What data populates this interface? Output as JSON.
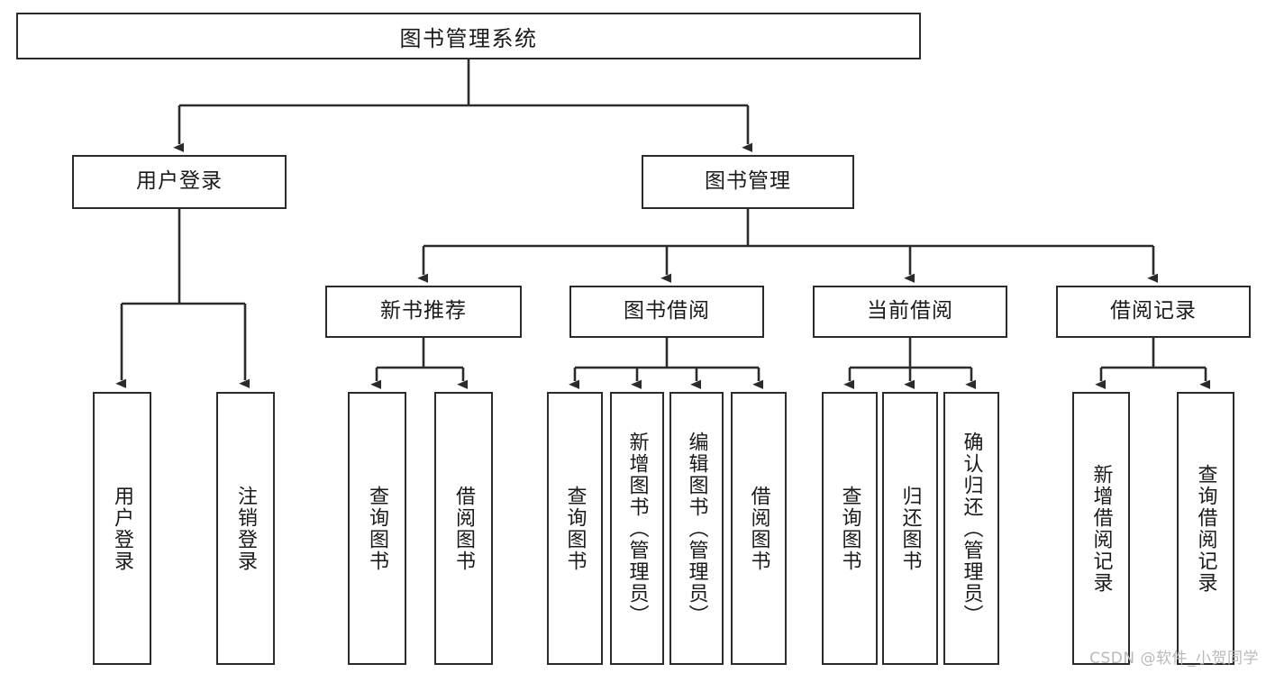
{
  "diagram": {
    "title": "图书管理系统",
    "type": "tree-hierarchy",
    "watermark": "CSDN @软件_小贺同学",
    "colors": {
      "stroke": "#2b2b2b",
      "fill": "#ffffff",
      "text": "#1a1a1a",
      "watermark": "#b9b9b9"
    },
    "nodes": {
      "root": {
        "label": "图书管理系统"
      },
      "level1": [
        {
          "label": "用户登录"
        },
        {
          "label": "图书管理"
        }
      ],
      "level2": [
        {
          "label": "新书推荐"
        },
        {
          "label": "图书借阅"
        },
        {
          "label": "当前借阅"
        },
        {
          "label": "借阅记录"
        }
      ],
      "leaves_user_login": [
        {
          "label": "用户登录"
        },
        {
          "label": "注销登录"
        }
      ],
      "leaves_new_book": [
        {
          "label": "查询图书"
        },
        {
          "label": "借阅图书"
        }
      ],
      "leaves_borrow": [
        {
          "label": "查询图书"
        },
        {
          "label": "新增图书（管理员）"
        },
        {
          "label": "编辑图书（管理员）"
        },
        {
          "label": "借阅图书"
        }
      ],
      "leaves_current": [
        {
          "label": "查询图书"
        },
        {
          "label": "归还图书"
        },
        {
          "label": "确认归还（管理员）"
        }
      ],
      "leaves_records": [
        {
          "label": "新增借阅记录"
        },
        {
          "label": "查询借阅记录"
        }
      ]
    }
  }
}
